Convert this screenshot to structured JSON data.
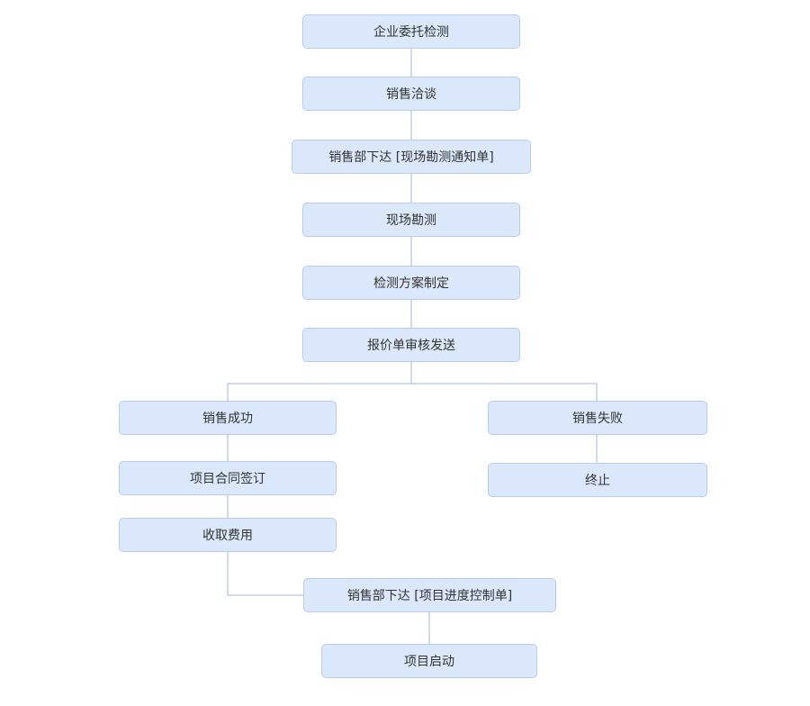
{
  "diagram": {
    "type": "flowchart",
    "colors": {
      "background": "#ffffff",
      "node_fill": "#dbe8fb",
      "node_border": "#b9cde9",
      "connector": "#a0b8d8",
      "text": "#333333"
    },
    "nodes": [
      {
        "id": "n1",
        "label": "企业委托检测"
      },
      {
        "id": "n2",
        "label": "销售洽谈"
      },
      {
        "id": "n3",
        "label": "销售部下达 [现场勘测通知单]"
      },
      {
        "id": "n4",
        "label": "现场勘测"
      },
      {
        "id": "n5",
        "label": "检测方案制定"
      },
      {
        "id": "n6",
        "label": "报价单审核发送"
      },
      {
        "id": "n7",
        "label": "销售成功"
      },
      {
        "id": "n8",
        "label": "销售失败"
      },
      {
        "id": "n9",
        "label": "项目合同签订"
      },
      {
        "id": "n10",
        "label": "终止"
      },
      {
        "id": "n11",
        "label": "收取费用"
      },
      {
        "id": "n12",
        "label": "销售部下达 [项目进度控制单]"
      },
      {
        "id": "n13",
        "label": "项目启动"
      }
    ],
    "edges": [
      {
        "from": "n1",
        "to": "n2"
      },
      {
        "from": "n2",
        "to": "n3"
      },
      {
        "from": "n3",
        "to": "n4"
      },
      {
        "from": "n4",
        "to": "n5"
      },
      {
        "from": "n5",
        "to": "n6"
      },
      {
        "from": "n6",
        "to": "n7"
      },
      {
        "from": "n6",
        "to": "n8"
      },
      {
        "from": "n7",
        "to": "n9"
      },
      {
        "from": "n8",
        "to": "n10"
      },
      {
        "from": "n9",
        "to": "n11"
      },
      {
        "from": "n11",
        "to": "n12"
      },
      {
        "from": "n12",
        "to": "n13"
      }
    ]
  }
}
